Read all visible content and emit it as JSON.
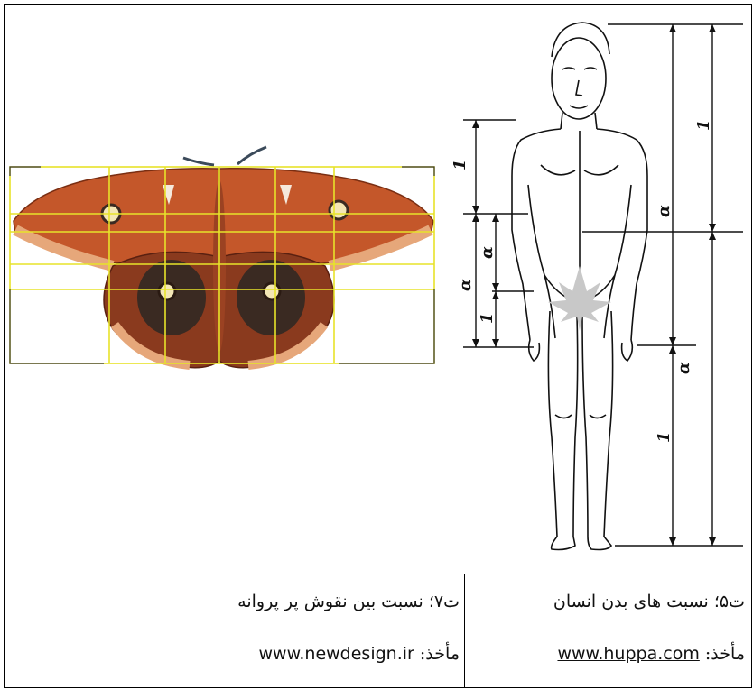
{
  "figures": {
    "human": {
      "caption": "ت۵؛ نسبت های بدن انسان",
      "source_label": "مأخذ:",
      "source_url": "www.huppa.com",
      "dimension_marks": [
        "1",
        "α",
        "1",
        "α",
        "α",
        "1",
        "α",
        "1"
      ]
    },
    "butterfly": {
      "caption": "ت۷؛ نسبت بین نقوش پر پروانه",
      "source_label": "مأخذ:",
      "source_url": "www.newdesign.ir"
    }
  },
  "colors": {
    "wing_orange": "#c4572a",
    "wing_dark": "#3a2a22",
    "wing_edge": "#e6a77a",
    "grid_yellow": "#e7e32a",
    "leaf_gray": "#c8c8c8"
  }
}
